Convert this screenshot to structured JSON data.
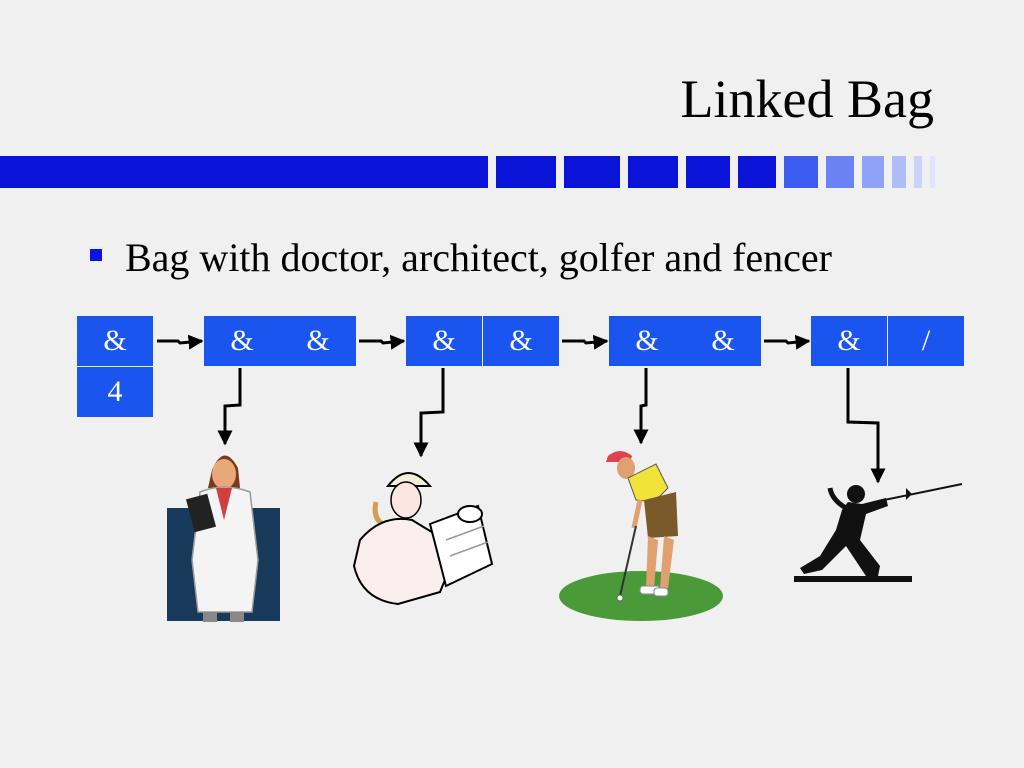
{
  "slide": {
    "title": "Linked Bag",
    "bullet": "Bag with doctor, architect, golfer and fencer"
  },
  "diagram": {
    "header_node": {
      "first_label": "&",
      "count_label": "4"
    },
    "nodes": [
      {
        "data_label": "&",
        "next_label": "&",
        "item": "doctor"
      },
      {
        "data_label": "&",
        "next_label": "&",
        "item": "architect"
      },
      {
        "data_label": "&",
        "next_label": "&",
        "item": "golfer"
      },
      {
        "data_label": "&",
        "next_label": "/",
        "item": "fencer"
      }
    ]
  },
  "colors": {
    "node_fill": "#1a55f0",
    "band_dark": "#0a14d8",
    "bullet": "#0a14e8",
    "arrow": "#000000"
  }
}
